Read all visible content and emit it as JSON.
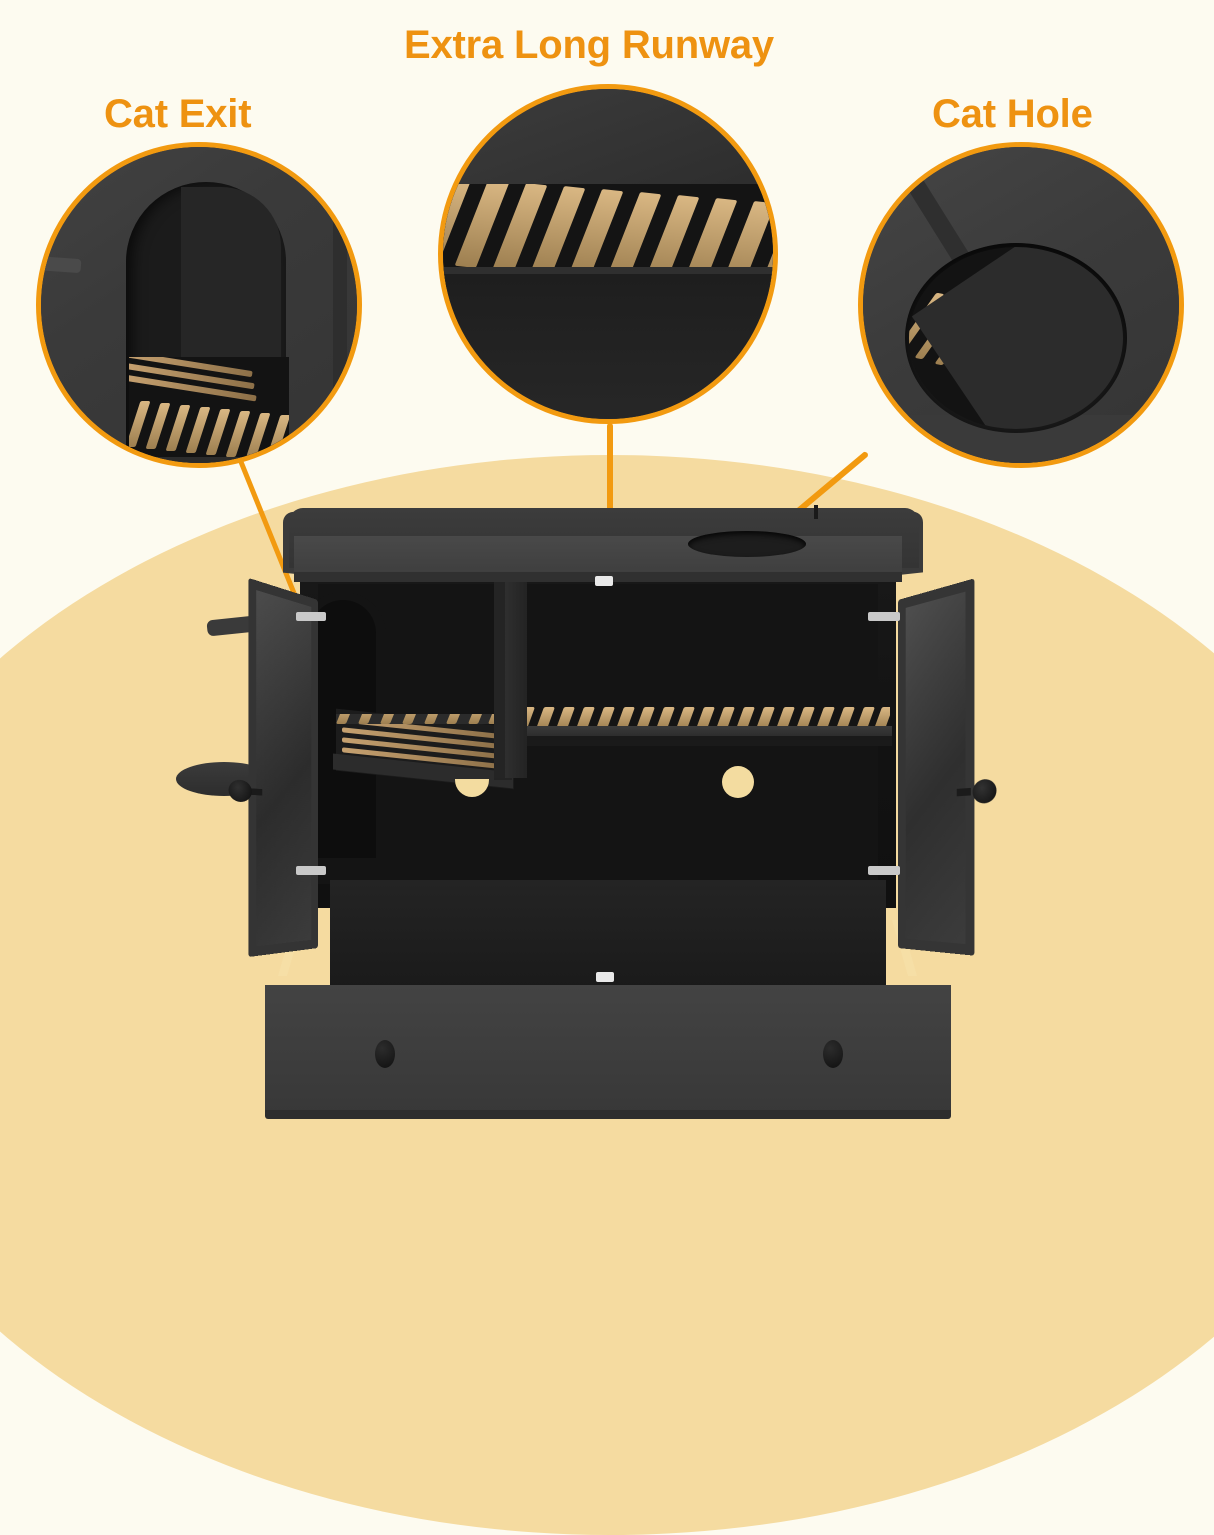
{
  "page": {
    "type": "product-feature-infographic",
    "product": "cat litter box enclosure cabinet",
    "background_color": "#FDFBF0",
    "accent_color": "#EE9211",
    "highlight_shape_color": "#F5DBA0",
    "body_color": "#3a3a3a",
    "wood_color": "#C6A170"
  },
  "callouts": [
    {
      "id": "cat-exit",
      "label": "Cat Exit",
      "label_color": "#EE9211",
      "detail_description": "Arched cat exit opening with wooden slat floor inside",
      "circle_position": "left"
    },
    {
      "id": "extra-long-runway",
      "label": "Extra Long Runway",
      "label_color": "#EE9211",
      "detail_description": "Close-up of the long wooden slat runway shelf",
      "circle_position": "center"
    },
    {
      "id": "cat-hole",
      "label": "Cat Hole",
      "label_color": "#EE9211",
      "detail_description": "Round cat hole cut into the top surface showing slats below",
      "circle_position": "right"
    }
  ],
  "product_parts": {
    "top_rail": "raised back rail",
    "top_surface": "flat tabletop",
    "cat_hole_top": "oval cat hole in tabletop",
    "left_door": "glass-panel door (open)",
    "right_door": "glass-panel door (open)",
    "left_knob": "door knob",
    "right_knob": "door knob",
    "runway_shelf": "extra long slatted runway shelf",
    "left_platform": "slatted step platform",
    "divider": "vertical center divider",
    "back_hole_right": "round ventilation hole",
    "back_hole_left": "half-round ventilation hole",
    "drawer": "pull-out litter drawer",
    "drawer_knob_left": "drawer knob",
    "drawer_knob_right": "drawer knob",
    "side_oval": "side oval shelf",
    "cat_exit_arch": "arched cat exit"
  }
}
